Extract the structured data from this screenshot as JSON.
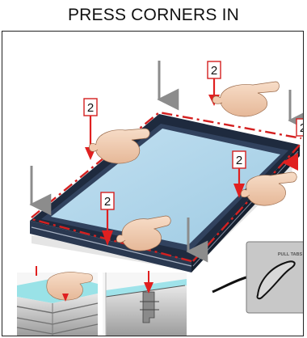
{
  "title": "PRESS CORNERS IN",
  "steps": {
    "top": "2",
    "left": "2",
    "right_upper": "2",
    "right_middle": "2",
    "bottom": "2"
  },
  "callout": {
    "label": "PULL TABS"
  },
  "colors": {
    "arrow_gray": "#8c8c8c",
    "arrow_red": "#e02020",
    "dash_red": "#d42020",
    "frame_navy": "#1e2a3e",
    "glass_blue": "#aed4ea"
  }
}
